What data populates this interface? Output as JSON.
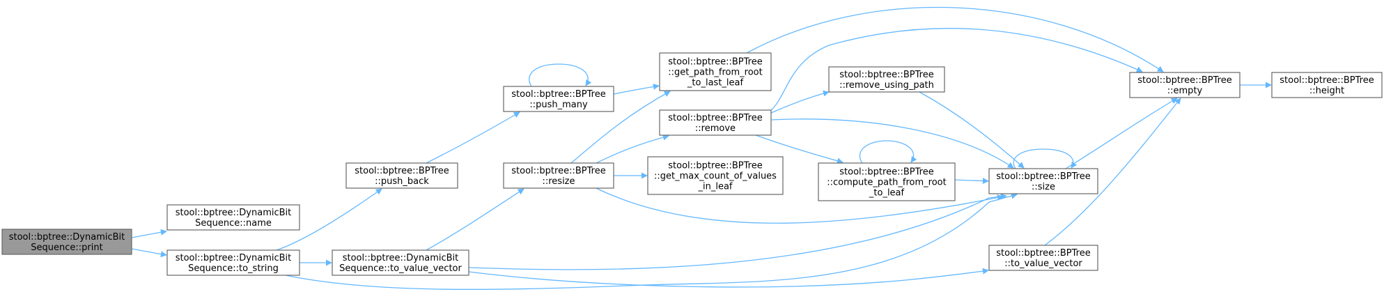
{
  "colors": {
    "edge": "#63b8ff",
    "node_fill": "#ffffff",
    "node_fill_focus": "#999999",
    "node_border": "#666666"
  },
  "nodes": [
    {
      "id": "print",
      "lines": [
        "stool::bptree::DynamicBit",
        "Sequence::print"
      ],
      "focus": true
    },
    {
      "id": "name",
      "lines": [
        "stool::bptree::DynamicBit",
        "Sequence::name"
      ],
      "focus": false
    },
    {
      "id": "to_string",
      "lines": [
        "stool::bptree::DynamicBit",
        "Sequence::to_string"
      ],
      "focus": false
    },
    {
      "id": "push_back",
      "lines": [
        "stool::bptree::BPTree",
        "::push_back"
      ],
      "focus": false
    },
    {
      "id": "dbs_to_value_vector",
      "lines": [
        "stool::bptree::DynamicBit",
        "Sequence::to_value_vector"
      ],
      "focus": false
    },
    {
      "id": "push_many",
      "lines": [
        "stool::bptree::BPTree",
        "::push_many"
      ],
      "focus": false
    },
    {
      "id": "resize",
      "lines": [
        "stool::bptree::BPTree",
        "::resize"
      ],
      "focus": false
    },
    {
      "id": "get_path_from_root_to_last_leaf",
      "lines": [
        "stool::bptree::BPTree",
        "::get_path_from_root",
        "_to_last_leaf"
      ],
      "focus": false
    },
    {
      "id": "remove",
      "lines": [
        "stool::bptree::BPTree",
        "::remove"
      ],
      "focus": false
    },
    {
      "id": "get_max_count_of_values_in_leaf",
      "lines": [
        "stool::bptree::BPTree",
        "::get_max_count_of_values",
        "_in_leaf"
      ],
      "focus": false
    },
    {
      "id": "remove_using_path",
      "lines": [
        "stool::bptree::BPTree",
        "::remove_using_path"
      ],
      "focus": false
    },
    {
      "id": "compute_path_from_root_to_leaf",
      "lines": [
        "stool::bptree::BPTree",
        "::compute_path_from_root",
        "_to_leaf"
      ],
      "focus": false
    },
    {
      "id": "empty",
      "lines": [
        "stool::bptree::BPTree",
        "::empty"
      ],
      "focus": false
    },
    {
      "id": "size",
      "lines": [
        "stool::bptree::BPTree",
        "::size"
      ],
      "focus": false
    },
    {
      "id": "bpt_to_value_vector",
      "lines": [
        "stool::bptree::BPTree",
        "::to_value_vector"
      ],
      "focus": false
    },
    {
      "id": "height",
      "lines": [
        "stool::bptree::BPTree",
        "::height"
      ],
      "focus": false
    }
  ],
  "edges": [
    {
      "from": "print",
      "to": "name"
    },
    {
      "from": "print",
      "to": "to_string"
    },
    {
      "from": "to_string",
      "to": "push_back"
    },
    {
      "from": "to_string",
      "to": "dbs_to_value_vector"
    },
    {
      "from": "to_string",
      "to": "size"
    },
    {
      "from": "push_back",
      "to": "push_many"
    },
    {
      "from": "push_many",
      "to": "push_many"
    },
    {
      "from": "push_many",
      "to": "get_path_from_root_to_last_leaf"
    },
    {
      "from": "dbs_to_value_vector",
      "to": "resize"
    },
    {
      "from": "dbs_to_value_vector",
      "to": "size"
    },
    {
      "from": "dbs_to_value_vector",
      "to": "bpt_to_value_vector"
    },
    {
      "from": "resize",
      "to": "get_path_from_root_to_last_leaf"
    },
    {
      "from": "resize",
      "to": "remove"
    },
    {
      "from": "resize",
      "to": "get_max_count_of_values_in_leaf"
    },
    {
      "from": "resize",
      "to": "size"
    },
    {
      "from": "get_path_from_root_to_last_leaf",
      "to": "empty"
    },
    {
      "from": "remove",
      "to": "empty"
    },
    {
      "from": "remove",
      "to": "remove_using_path"
    },
    {
      "from": "remove",
      "to": "compute_path_from_root_to_leaf"
    },
    {
      "from": "remove",
      "to": "size"
    },
    {
      "from": "remove_using_path",
      "to": "size"
    },
    {
      "from": "compute_path_from_root_to_leaf",
      "to": "compute_path_from_root_to_leaf"
    },
    {
      "from": "compute_path_from_root_to_leaf",
      "to": "size"
    },
    {
      "from": "size",
      "to": "size"
    },
    {
      "from": "size",
      "to": "empty"
    },
    {
      "from": "bpt_to_value_vector",
      "to": "empty"
    },
    {
      "from": "empty",
      "to": "height"
    }
  ]
}
